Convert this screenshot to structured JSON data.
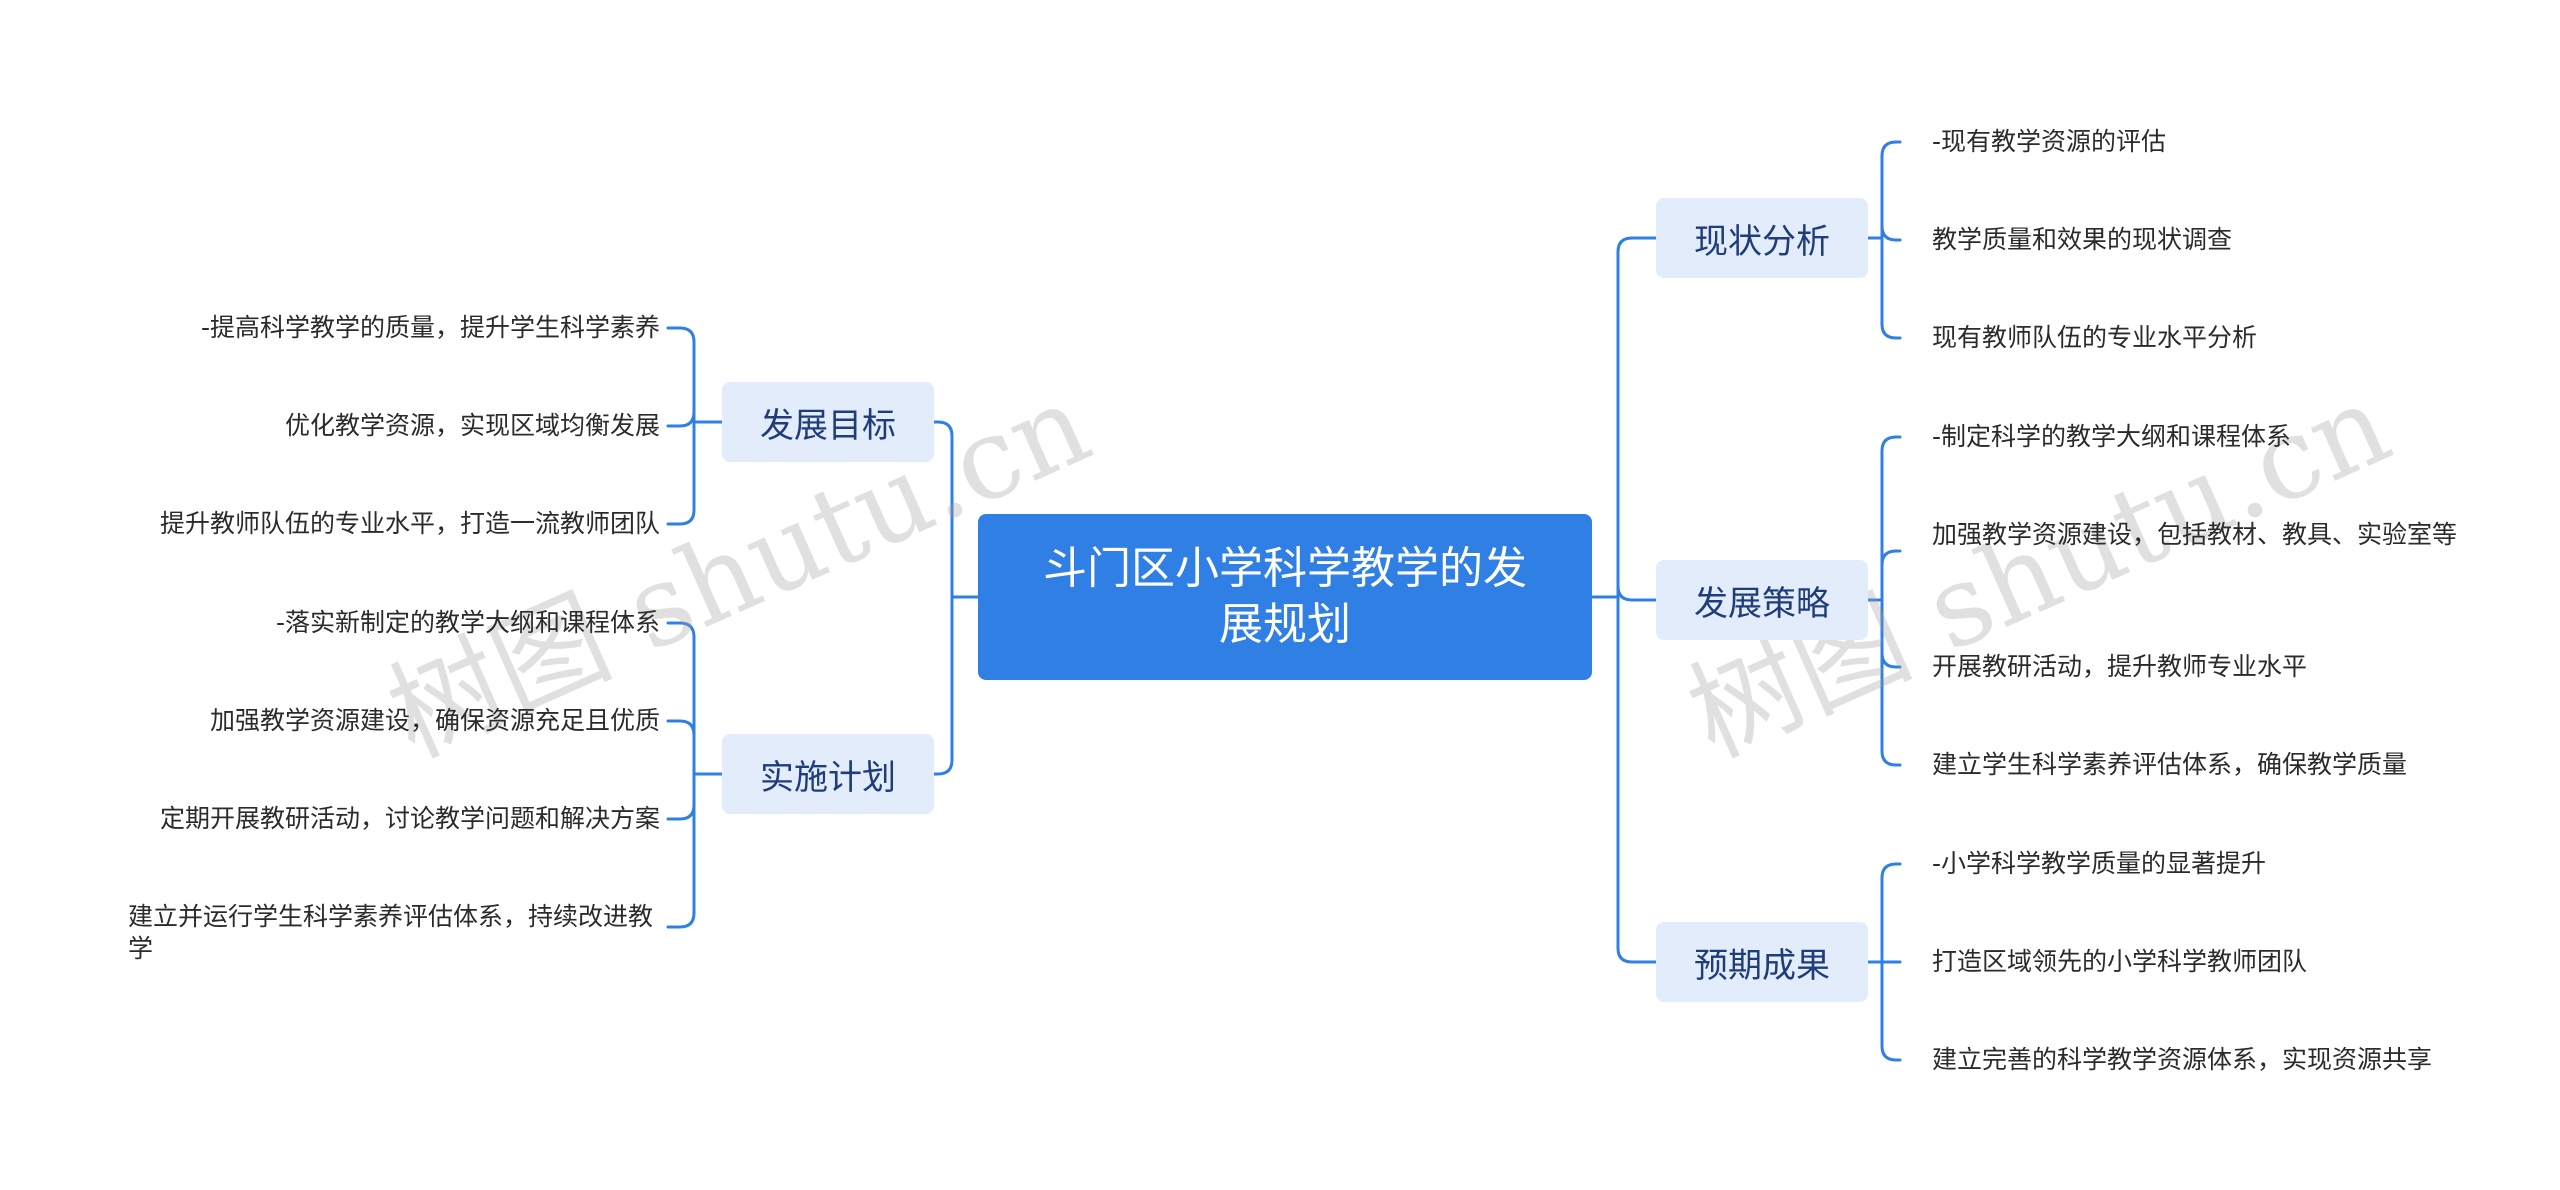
{
  "root": {
    "title": "斗门区小学科学教学的发展规划"
  },
  "watermark": "树图 shutu.cn",
  "colors": {
    "root_bg": "#2f7fe4",
    "branch_bg": "#e3ecfb",
    "line": "#2f7fe4"
  },
  "branches": {
    "fazhan_mubiao": {
      "label": "发展目标",
      "items": [
        "-提高科学教学的质量，提升学生科学素养",
        "优化教学资源，实现区域均衡发展",
        "提升教师队伍的专业水平，打造一流教师团队"
      ]
    },
    "shishi_jihua": {
      "label": "实施计划",
      "items": [
        "-落实新制定的教学大纲和课程体系",
        "加强教学资源建设，确保资源充足且优质",
        "定期开展教研活动，讨论教学问题和解决方案",
        "建立并运行学生科学素养评估体系，持续改进教学"
      ]
    },
    "xianzhuang_fenxi": {
      "label": "现状分析",
      "items": [
        "-现有教学资源的评估",
        "教学质量和效果的现状调查",
        "现有教师队伍的专业水平分析"
      ]
    },
    "fazhan_celue": {
      "label": "发展策略",
      "items": [
        "-制定科学的教学大纲和课程体系",
        "加强教学资源建设，包括教材、教具、实验室等",
        "开展教研活动，提升教师专业水平",
        "建立学生科学素养评估体系，确保教学质量"
      ]
    },
    "yuqi_chengguo": {
      "label": "预期成果",
      "items": [
        "-小学科学教学质量的显著提升",
        "打造区域领先的小学科学教师团队",
        "建立完善的科学教学资源体系，实现资源共享"
      ]
    }
  }
}
